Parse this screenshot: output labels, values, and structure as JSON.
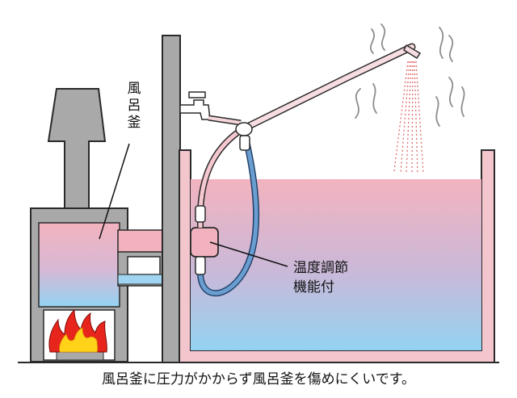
{
  "labels": {
    "furogama": [
      "風",
      "呂",
      "釜"
    ],
    "thermo_line1": "温度調節",
    "thermo_line2": "機能付"
  },
  "caption": "風呂釜に圧力がかからず風呂釜を傷めにくいです。",
  "colors": {
    "outline": "#2a2a2a",
    "wall_gray": "#a9a9a9",
    "water_top": "#f3b3bf",
    "water_bottom": "#94d3f2",
    "hose_blue": "#5b8fc4",
    "flame_red": "#e8251c",
    "flame_yellow": "#ffd21a",
    "steam_gray": "#8c8c8c",
    "spray_red": "#e06a6a"
  }
}
